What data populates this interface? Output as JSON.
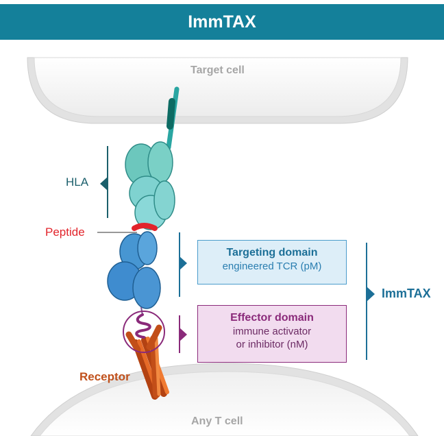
{
  "header": {
    "title": "ImmTAX"
  },
  "cells": {
    "top": "Target cell",
    "bottom": "Any T cell"
  },
  "labels": {
    "hla": "HLA",
    "peptide": "Peptide",
    "receptor": "Receptor",
    "immtax": "ImmTAX"
  },
  "targeting_domain": {
    "title": "Targeting domain",
    "subtitle": "engineered TCR (pM)"
  },
  "effector_domain": {
    "title": "Effector domain",
    "line1": "immune activator",
    "line2": "or inhibitor (nM)"
  },
  "colors": {
    "header": "#14809a",
    "hla": "#5bbfb7",
    "tcr": "#3f8fcf",
    "effector": "#8a2a7a",
    "peptide": "#e2242b",
    "receptor": "#e0601c",
    "targeting_box": "#ddeef8",
    "effector_box": "#f2dcef"
  }
}
